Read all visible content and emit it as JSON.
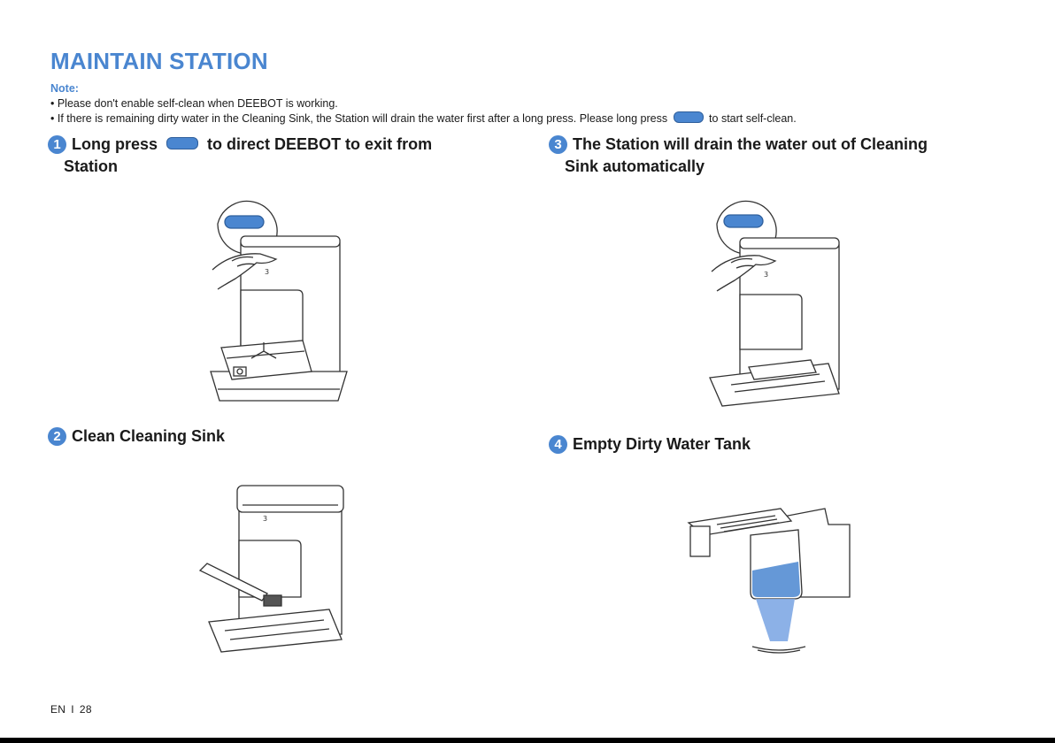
{
  "page": {
    "title": "MAINTAIN STATION",
    "note_label": "Note:",
    "note_lines": [
      "• Please don't enable self-clean when DEEBOT is working.",
      "• If there is remaining dirty water in the Cleaning Sink, the Station will drain the water first after a long press. Please long press",
      "to start self-clean."
    ]
  },
  "steps": [
    {
      "number": "1",
      "title_before": "Long press",
      "title_after": "to direct DEEBOT to exit from",
      "title_cont": "Station"
    },
    {
      "number": "2",
      "title": "Clean Cleaning Sink"
    },
    {
      "number": "3",
      "title": "The Station will drain the water out of Cleaning",
      "title_cont": "Sink automatically"
    },
    {
      "number": "4",
      "title": "Empty Dirty Water Tank"
    }
  ],
  "footer": {
    "lang": "EN",
    "separator": "I",
    "page_number": "28"
  },
  "colors": {
    "accent": "#4a86d0",
    "text": "#1a1a1a"
  },
  "icons": [
    "button-pill-icon",
    "pointing-hand-icon"
  ]
}
